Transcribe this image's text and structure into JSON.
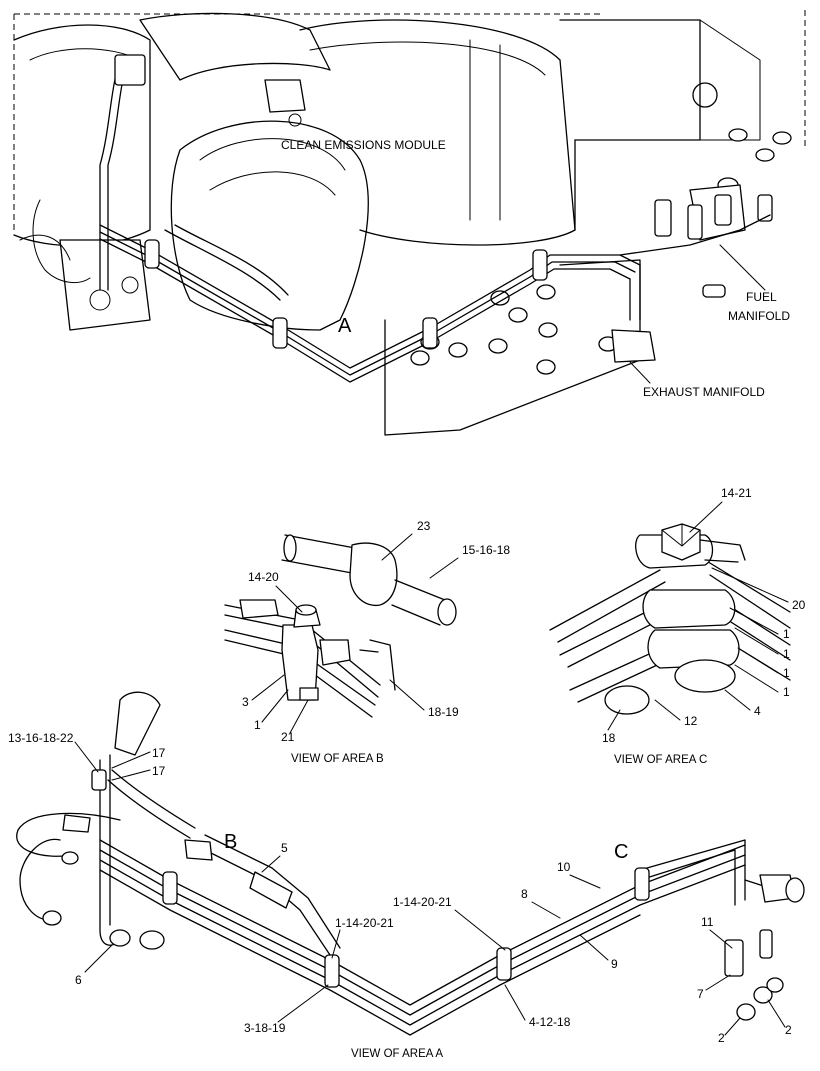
{
  "diagram": {
    "overview": {
      "module_label": "CLEAN EMISSIONS MODULE",
      "area_a_letter": "A",
      "fuel_manifold_line1": "FUEL",
      "fuel_manifold_line2": "MANIFOLD",
      "exhaust_manifold": "EXHAUST MANIFOLD"
    },
    "view_b": {
      "caption": "VIEW OF AREA B",
      "callouts": [
        "23",
        "15-16-18",
        "14-20",
        "3",
        "1",
        "21",
        "18-19"
      ]
    },
    "view_c": {
      "caption": "VIEW OF AREA C",
      "callouts": [
        "14-21",
        "20",
        "1",
        "1",
        "1",
        "1",
        "4",
        "12",
        "18"
      ]
    },
    "view_a": {
      "caption": "VIEW OF AREA A",
      "letter_b": "B",
      "letter_c": "C",
      "callouts": [
        "13-16-18-22",
        "17",
        "17",
        "6",
        "5",
        "1-14-20-21",
        "1-14-20-21",
        "3-18-19",
        "10",
        "8",
        "9",
        "4-12-18",
        "11",
        "7",
        "2",
        "2"
      ]
    }
  }
}
